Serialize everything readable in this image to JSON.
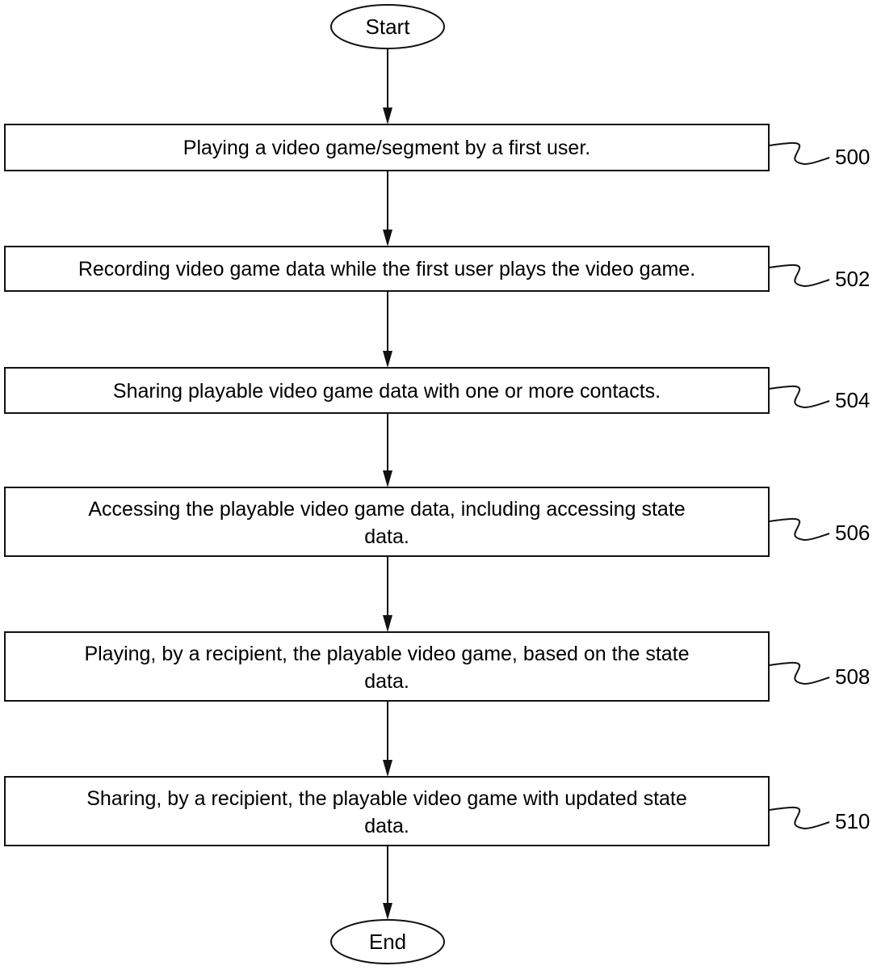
{
  "diagram": {
    "type": "flowchart",
    "start": {
      "label": "Start"
    },
    "end": {
      "label": "End"
    },
    "steps": [
      {
        "ref": "500",
        "lines": [
          "Playing a video game/segment by a first user."
        ]
      },
      {
        "ref": "502",
        "lines": [
          "Recording video game data while the first user plays the video game."
        ]
      },
      {
        "ref": "504",
        "lines": [
          "Sharing playable video game data with one or more contacts."
        ]
      },
      {
        "ref": "506",
        "lines": [
          "Accessing the playable video game data, including accessing state",
          "data."
        ]
      },
      {
        "ref": "508",
        "lines": [
          "Playing, by a recipient, the playable video game, based on the state",
          "data."
        ]
      },
      {
        "ref": "510",
        "lines": [
          "Sharing, by a recipient, the playable video game with updated state",
          "data."
        ]
      }
    ]
  }
}
